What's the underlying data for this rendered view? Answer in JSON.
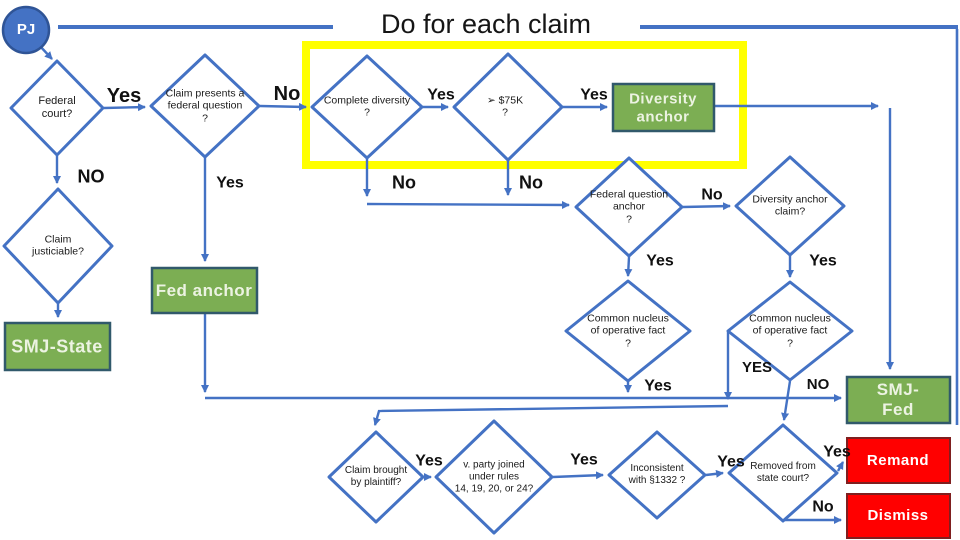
{
  "title": "Do for each claim",
  "start": {
    "label": "PJ"
  },
  "nodes": {
    "federal_court": {
      "label": "Federal\ncourt?"
    },
    "claim_presents": {
      "label": "Claim presents a\nfederal question\n?"
    },
    "complete_diversity": {
      "label": "Complete diversity\n?"
    },
    "amount": {
      "label": "➢   $75K\n?"
    },
    "fq_anchor": {
      "label": "Federal question\nanchor\n?"
    },
    "div_anchor_claim": {
      "label": "Diversity anchor\nclaim?"
    },
    "cn_left": {
      "label": "Common nucleus\nof operative fact\n?"
    },
    "cn_right": {
      "label": "Common nucleus\nof operative fact\n?"
    },
    "claim_justiciable": {
      "label": "Claim\njusticiable?"
    },
    "claim_brought": {
      "label": "Claim brought\nby plaintiff?"
    },
    "party_joined": {
      "label": "v. party joined\nunder rules\n14, 19, 20, or 24?"
    },
    "inconsistent": {
      "label": "Inconsistent\nwith §1332 ?"
    },
    "removed": {
      "label": "Removed from\nstate court?"
    }
  },
  "outcomes": {
    "diversity_anchor": {
      "label": "Diversity\nanchor"
    },
    "fed_anchor": {
      "label": "Fed anchor"
    },
    "smj_state": {
      "label": "SMJ-State"
    },
    "smj_fed": {
      "label": "SMJ-Fed"
    },
    "remand": {
      "label": "Remand"
    },
    "dismiss": {
      "label": "Dismiss"
    }
  },
  "edge_labels": {
    "fc_yes": "Yes",
    "fc_no": "NO",
    "cp_no": "No",
    "cp_yes": "Yes",
    "cd_yes": "Yes",
    "cd_no": "No",
    "amt_yes": "Yes",
    "amt_no": "No",
    "fqa_no": "No",
    "fqa_yes": "Yes",
    "dac_yes": "Yes",
    "cnl_yes": "Yes",
    "cnr_yes": "YES",
    "cnr_no": "NO",
    "cb_yes": "Yes",
    "pj_yes": "Yes",
    "inc_yes": "Yes",
    "rm_yes": "Yes",
    "rm_no": "No"
  },
  "colors": {
    "line": "#4472C4",
    "green_fill": "#7CAE53",
    "green_border": "#31596B",
    "red_fill": "#FF0000",
    "red_border": "#7F1F1F",
    "highlight": "#FFFF00",
    "circle_fill": "#4472C4"
  }
}
